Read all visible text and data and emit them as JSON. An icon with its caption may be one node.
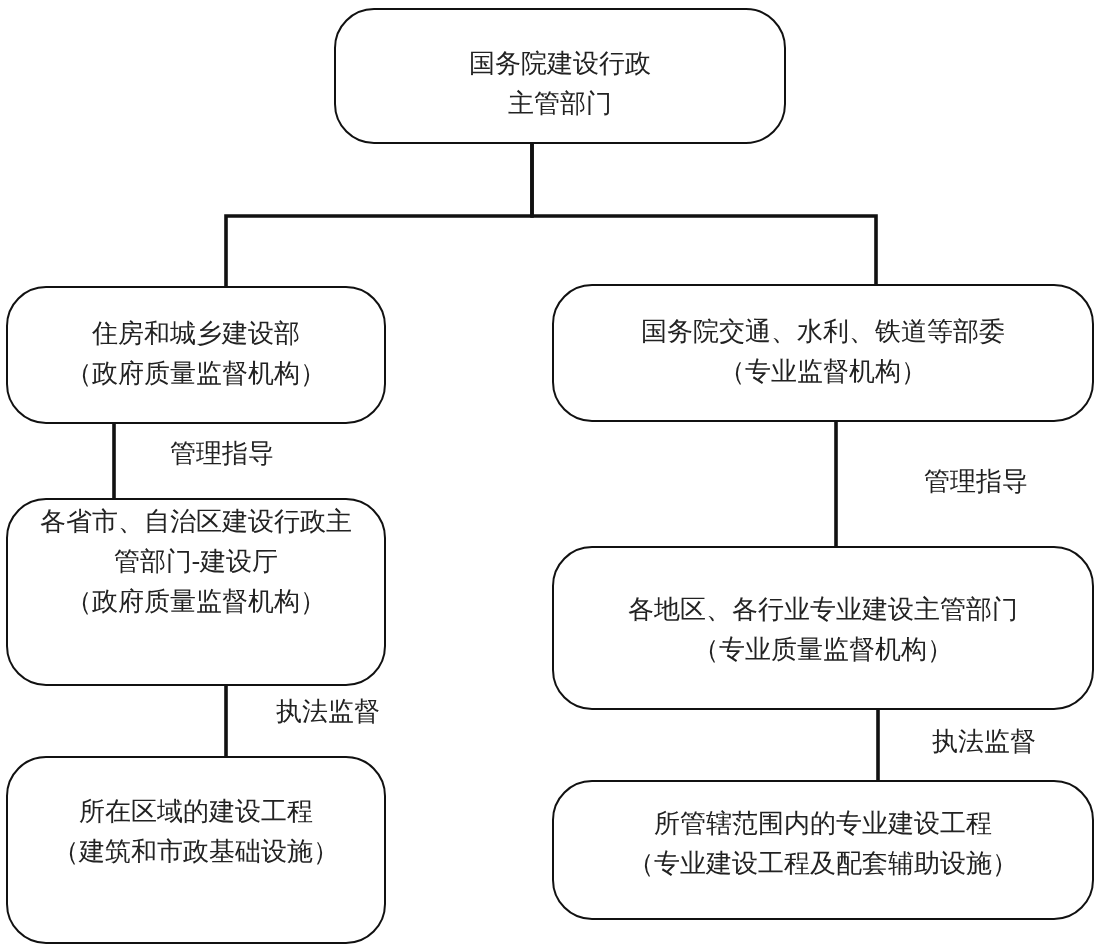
{
  "diagram": {
    "nodes": [
      {
        "text": [
          "国务院建设行政主管部门"
        ]
      },
      {
        "text": [
          "住房和城乡建设部",
          "（政府质量监督机构）"
        ]
      },
      {
        "text": [
          "国务院交通、水利、铁道等部委",
          "（专业监督机构）"
        ]
      },
      {
        "text": [
          "各省市、自治区建设行政主管部门-建设厅",
          "（政府质量监督机构）"
        ]
      },
      {
        "text": [
          "各地区、各行业专业建设主管部门",
          "（专业质量监督机构）"
        ]
      },
      {
        "text": [
          "所在区域的建设工程",
          "（建筑和市政基础设施）"
        ]
      },
      {
        "text": [
          "所管辖范围内的专业建设工程",
          "（专业建设工程及配套辅助设施）"
        ]
      }
    ],
    "edges": [
      {
        "from": 0,
        "to": 1,
        "arrow": "none"
      },
      {
        "from": 0,
        "to": 2,
        "arrow": "none"
      },
      {
        "from": 1,
        "to": 3,
        "arrow": "none",
        "label": "管理指导"
      },
      {
        "from": 2,
        "to": 4,
        "arrow": "none",
        "label": "管理指导"
      },
      {
        "from": 3,
        "to": 5,
        "arrow": "none",
        "label": "执法监督"
      },
      {
        "from": 4,
        "to": 6,
        "arrow": "none",
        "label": "执法监督"
      }
    ]
  }
}
